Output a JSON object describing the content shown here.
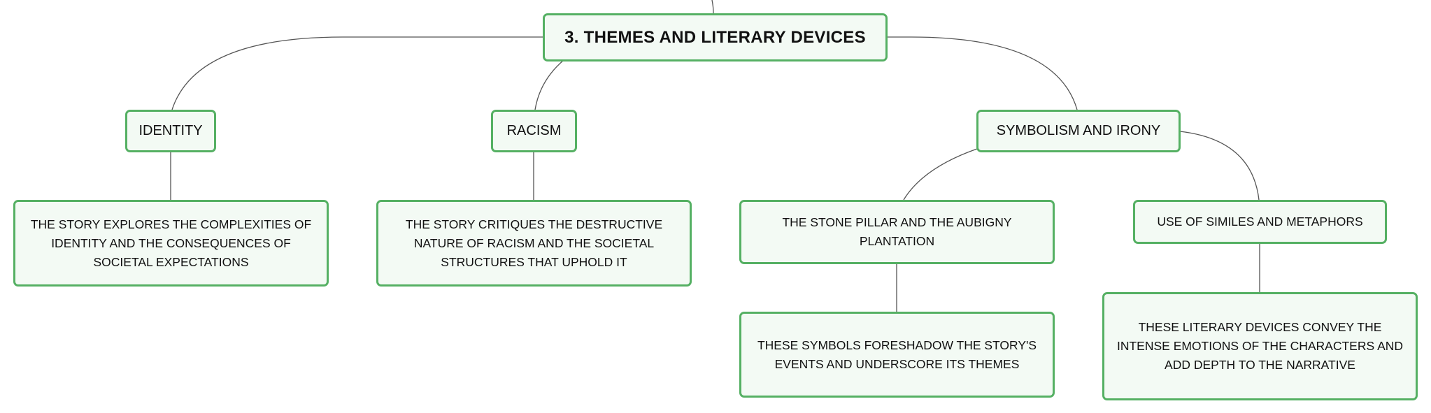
{
  "root": {
    "label": "3. THEMES AND LITERARY DEVICES"
  },
  "branches": {
    "identity": {
      "label": "IDENTITY",
      "detail": "THE STORY EXPLORES THE COMPLEXITIES OF IDENTITY AND THE CONSEQUENCES OF SOCIETAL EXPECTATIONS"
    },
    "racism": {
      "label": "RACISM",
      "detail": "THE STORY CRITIQUES THE DESTRUCTIVE NATURE OF RACISM AND THE SOCIETAL STRUCTURES THAT UPHOLD IT"
    },
    "symbolism": {
      "label": "SYMBOLISM AND IRONY",
      "stone": {
        "label": "THE STONE PILLAR AND THE AUBIGNY PLANTATION",
        "detail": "THESE SYMBOLS FORESHADOW THE STORY'S EVENTS AND UNDERSCORE ITS THEMES"
      },
      "similes": {
        "label": "USE OF SIMILES AND METAPHORS",
        "detail": "THESE LITERARY DEVICES CONVEY THE INTENSE EMOTIONS OF THE CHARACTERS AND ADD DEPTH TO THE NARRATIVE"
      }
    }
  },
  "colors": {
    "node_border": "#55b063",
    "node_fill": "#f3faf4",
    "connector": "#555555"
  }
}
